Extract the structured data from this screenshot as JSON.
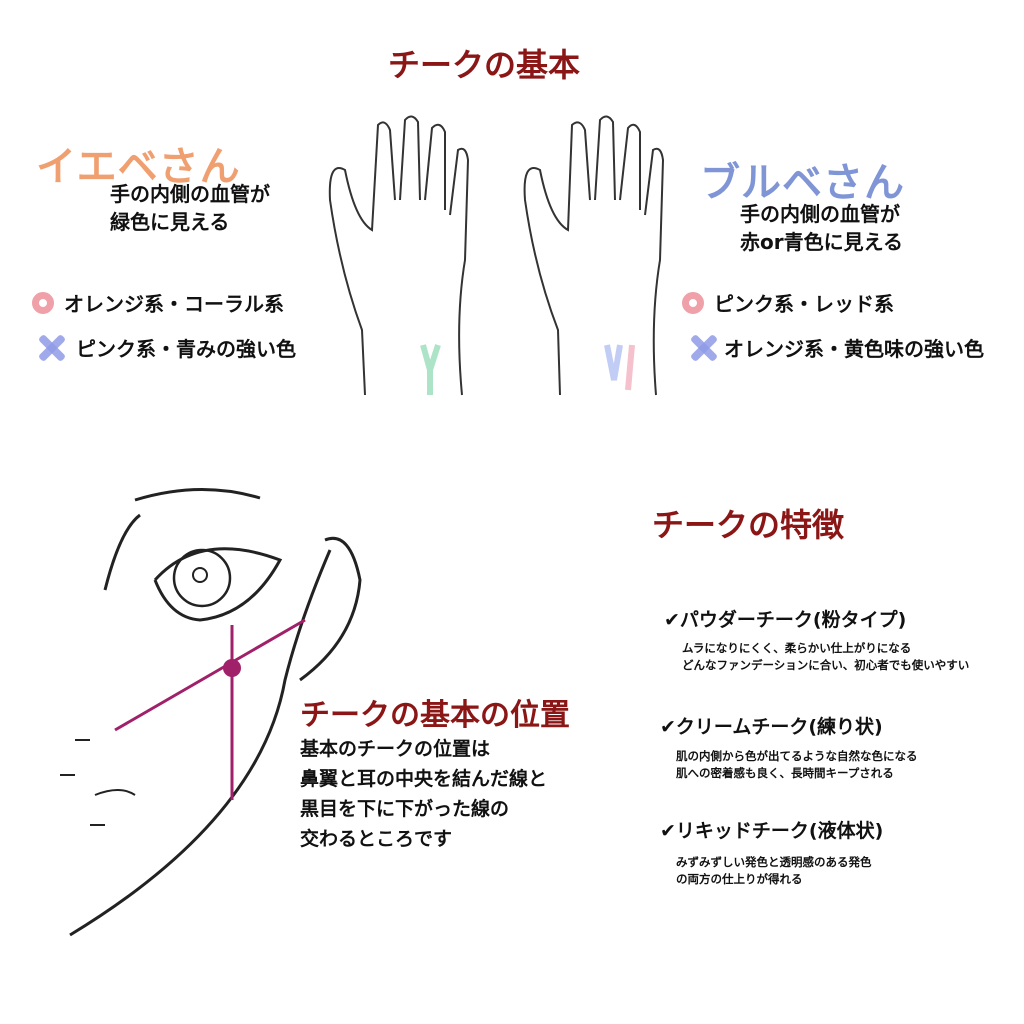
{
  "title": "チークの基本",
  "yellow_base": {
    "label": "イエベさん",
    "desc": [
      "手の内側の血管が",
      "緑色に見える"
    ],
    "good": "オレンジ系・コーラル系",
    "bad": "ピンク系・青みの強い色",
    "color": "#f0a070"
  },
  "blue_base": {
    "label": "ブルベさん",
    "desc": [
      "手の内側の血管が",
      "赤or青色に見える"
    ],
    "good": "ピンク系・レッド系",
    "bad": "オレンジ系・黄色味の強い色",
    "color": "#7f95d6"
  },
  "position": {
    "title": "チークの基本の位置",
    "lines": [
      "基本のチークの位置は",
      "鼻翼と耳の中央を結んだ線と",
      "黒目を下に下がった線の",
      "交わるところです"
    ]
  },
  "features": {
    "title": "チークの特徴",
    "items": [
      {
        "name": "✔パウダーチーク(粉タイプ)",
        "desc": [
          "ムラになりにくく、柔らかい仕上がりになる",
          "どんなファンデーションに合い、初心者でも使いやすい"
        ]
      },
      {
        "name": "✔クリームチーク(練り状)",
        "desc": [
          "肌の内側から色が出てるような自然な色になる",
          "肌への密着感も良く、長時間キープされる"
        ]
      },
      {
        "name": "✔リキッドチーク(液体状)",
        "desc": [
          "みずみずしい発色と透明感のある発色",
          "の両方の仕上りが得れる"
        ]
      }
    ]
  }
}
